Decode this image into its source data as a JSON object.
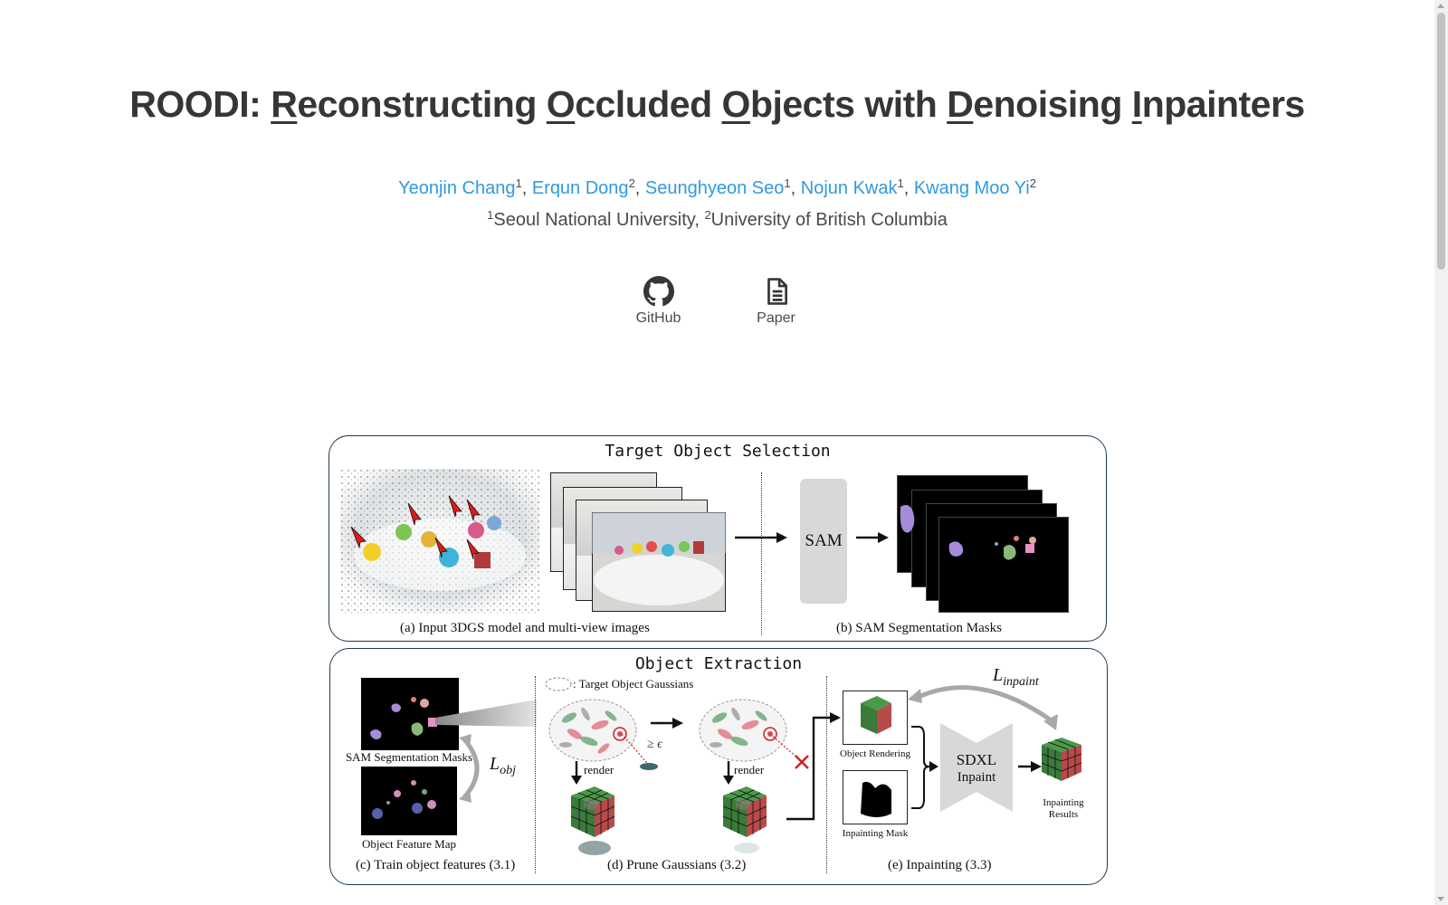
{
  "title": {
    "lead": "ROODI: ",
    "parts": [
      {
        "u": "R",
        "rest": "econstructing "
      },
      {
        "u": "O",
        "rest": "ccluded "
      },
      {
        "u": "O",
        "rest": "bjects with "
      },
      {
        "u": "D",
        "rest": "enoising "
      },
      {
        "u": "I",
        "rest": "npainters"
      }
    ]
  },
  "authors": [
    {
      "name": "Yeonjin Chang",
      "aff": "1"
    },
    {
      "name": "Erqun Dong",
      "aff": "2"
    },
    {
      "name": "Seunghyeon Seo",
      "aff": "1"
    },
    {
      "name": "Nojun Kwak",
      "aff": "1"
    },
    {
      "name": "Kwang Moo Yi",
      "aff": "2"
    }
  ],
  "affiliations": [
    {
      "num": "1",
      "name": "Seoul National University"
    },
    {
      "num": "2",
      "name": "University of British Columbia"
    }
  ],
  "links": {
    "github": "GitHub",
    "paper": "Paper"
  },
  "figure": {
    "panel1_title": "Target Object Selection",
    "panel2_title": "Object Extraction",
    "cap_a": "(a) Input 3DGS model and multi-view images",
    "cap_b": "(b) SAM Segmentation Masks",
    "cap_c": "(c) Train object features (3.1)",
    "cap_d": "(d) Prune Gaussians (3.2)",
    "cap_e": "(e) Inpainting (3.3)",
    "sam": "SAM",
    "sam_masks": "SAM Segmentation Masks",
    "feature_map": "Object Feature Map",
    "l_obj": "L",
    "l_obj_sub": "obj",
    "l_inpaint": "L",
    "l_inpaint_sub": "inpaint",
    "target_gaussians": ": Target Object Gaussians",
    "epsilon": "≥ ϵ",
    "render1": "render",
    "render2": "render",
    "object_rendering": "Object Rendering",
    "inpainting_mask": "Inpainting Mask",
    "sdxl_line1": "SDXL",
    "sdxl_line2": "Inpaint",
    "inpainting_results_1": "Inpainting",
    "inpainting_results_2": "Results"
  },
  "colors": {
    "link": "#2f9ae0",
    "text": "#363636",
    "panel_border": "#1d3a52"
  }
}
